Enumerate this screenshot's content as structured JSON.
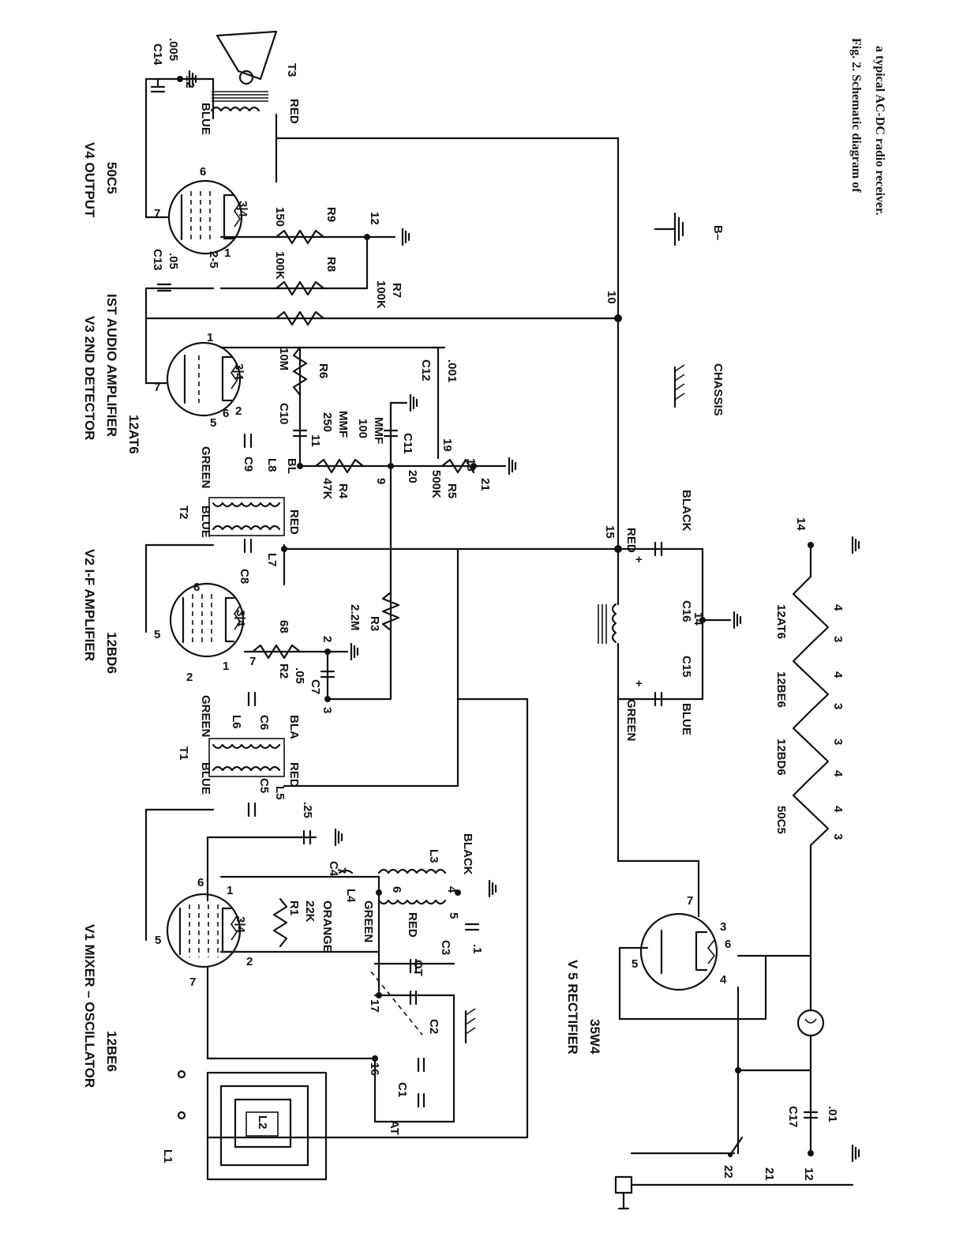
{
  "caption": {
    "line1": "Fig. 2. Schematic diagram of",
    "line2": "a typical AC-DC radio receiver."
  },
  "tubes": {
    "v1": {
      "name": "V1  MIXER – OSCILLATOR",
      "type": "12BE6"
    },
    "v2": {
      "name": "V2   I-F  AMPLIFIER",
      "type": "12BD6"
    },
    "v3": {
      "name": "V3   2ND DETECTOR",
      "sub": "IST AUDIO AMPLIFIER",
      "type": "12AT6"
    },
    "v4": {
      "name": "V4  OUTPUT",
      "type": "50C5"
    },
    "v5": {
      "name": "V 5  RECTIFIER",
      "type": "35W4"
    }
  },
  "labels": {
    "chassis": "CHASSIS",
    "b_minus": "B–",
    "l1": "L1",
    "l2": "L2",
    "t1": "T1",
    "t2": "T2",
    "t3": "T3",
    "at": "AT",
    "ot": "OT",
    "c1": "C1",
    "c2": "C2",
    "c3": "C3",
    "c3v": ".1",
    "c4": "C4",
    "c4v": ".25",
    "c5": "C5",
    "l5": "L5",
    "l6": "L6",
    "c6": "C6",
    "c7": "C7",
    "c7v": ".05",
    "c8": "C8",
    "l7": "L7",
    "c9": "C9",
    "l8": "L8",
    "c10": "C10",
    "c10v": "250",
    "c10u": "MMF",
    "c11": "C11",
    "c11v": "100",
    "c11u": "MMF",
    "c12": "C12",
    "c12v": ".001",
    "c13": "C13",
    "c13v": ".05",
    "c14": "C14",
    "c14v": ".005",
    "c15": "C15",
    "c16": "C16",
    "c17": "C17",
    "c17v": ".01",
    "r1": "R1",
    "r1v": "22K",
    "r2": "R2",
    "r2v": "68",
    "r3": "R3",
    "r3v": "2.2M",
    "r4": "R4",
    "r4v": "47K",
    "r5": "R5",
    "r5v": "500K",
    "r6": "R6",
    "r6v": "10M",
    "r7": "R7",
    "r7v": "100K",
    "r8": "R8",
    "r8v": "100K",
    "r9": "R9",
    "r9v": "150",
    "l3": "L3",
    "l4": "L4",
    "blue": "BLUE",
    "red": "RED",
    "green": "GREEN",
    "black": "BLACK",
    "orange": "ORANGE",
    "bla": "BLA",
    "bl": "BL",
    "plus": "+",
    "n1": "1",
    "n2": "2",
    "n3": "3",
    "n4": "4",
    "n5": "5",
    "n6": "6",
    "n7": "7",
    "n9": "9",
    "n10": "10",
    "n11": "11",
    "n12": "12",
    "n14": "14",
    "n15": "15",
    "n16": "16",
    "n17": "17",
    "n18": "18",
    "n19": "19",
    "n20": "20",
    "n21": "21",
    "n22": "22",
    "n25": "2-5",
    "n314": "3|4",
    "n14b": "1|4"
  },
  "heater": {
    "tubes": [
      "50C5",
      "12BD6",
      "12BE6",
      "12AT6"
    ],
    "pins": [
      "4",
      "3",
      "4",
      "3",
      "3",
      "4",
      "4",
      "3"
    ]
  }
}
